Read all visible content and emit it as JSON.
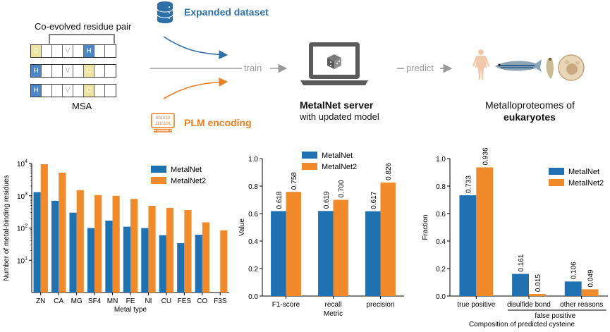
{
  "colors": {
    "metalnet": "#2071b2",
    "metalnet2": "#f18a2b",
    "expanded": "#2f6fa8",
    "plm": "#ea7e22",
    "arrow_gray": "#9a9a9a",
    "c_cell": "#efe3a0",
    "h_cell": "#4a86c8"
  },
  "top": {
    "pair_title": "Co-evolved residue pair",
    "msa_label": "MSA",
    "msa_rows": [
      [
        "C",
        "",
        "",
        "V",
        "",
        "H",
        "",
        ""
      ],
      [
        "H",
        "",
        "",
        "V",
        "",
        "C",
        "",
        ""
      ],
      [
        "H",
        "",
        "",
        "V",
        "",
        "C",
        "",
        ""
      ]
    ],
    "expanded_label": "Expanded dataset",
    "plm_label": "PLM encoding",
    "plm_icon_text": [
      "001010",
      "1110101"
    ],
    "train_label": "train",
    "predict_label": "predict",
    "server_title": "MetalNet server",
    "server_subtitle": "with updated model",
    "proteome_line1": "Metalloproteomes of",
    "proteome_line2": "eukaryotes",
    "icons": [
      "database-icon",
      "laptop-icon",
      "human-icon",
      "zebrafish-icon",
      "worm-icon",
      "yeast-cell-icon"
    ]
  },
  "chart_data": [
    {
      "type": "bar",
      "ylabel": "Number of metal-binding residues",
      "xlabel": "Metal type",
      "yscale": "log",
      "ylim": [
        1,
        10000
      ],
      "yticks": [
        "10^1",
        "10^2",
        "10^3",
        "10^4"
      ],
      "legend_position": "upper-right",
      "categories": [
        "ZN",
        "CA",
        "MG",
        "SF4",
        "MN",
        "FE",
        "NI",
        "CU",
        "FES",
        "CO",
        "F3S"
      ],
      "series": [
        {
          "name": "MetalNet",
          "values": [
            1300,
            700,
            300,
            100,
            170,
            110,
            100,
            60,
            34,
            62,
            null
          ]
        },
        {
          "name": "MetalNet2",
          "values": [
            9500,
            5200,
            1500,
            1050,
            1000,
            800,
            490,
            420,
            360,
            150,
            85
          ]
        }
      ]
    },
    {
      "type": "bar",
      "ylabel": "Value",
      "xlabel": "Metric",
      "ylim": [
        0,
        1.0
      ],
      "yticks": [
        "0.0",
        "0.2",
        "0.4",
        "0.6",
        "0.8",
        "1.0"
      ],
      "legend_position": "upper-left",
      "categories": [
        "F1-score",
        "recall",
        "precision"
      ],
      "series": [
        {
          "name": "MetalNet",
          "values": [
            0.618,
            0.619,
            0.617
          ],
          "labels": [
            "0.618",
            "0.619",
            "0.617"
          ]
        },
        {
          "name": "MetalNet2",
          "values": [
            0.758,
            0.7,
            0.826
          ],
          "labels": [
            "0.758",
            "0.700",
            "0.826"
          ]
        }
      ]
    },
    {
      "type": "bar",
      "ylabel": "Fraction",
      "xlabel": "Composition of predicted cysteine",
      "group_label": "false positive",
      "ylim": [
        0,
        1.0
      ],
      "yticks": [
        "0.0",
        "0.2",
        "0.4",
        "0.6",
        "0.8",
        "1.0"
      ],
      "legend_position": "upper-right",
      "categories": [
        "true positive",
        "disulfide bond",
        "other reasons"
      ],
      "series": [
        {
          "name": "MetalNet",
          "values": [
            0.733,
            0.161,
            0.106
          ],
          "labels": [
            "0.733",
            "0.161",
            "0.106"
          ]
        },
        {
          "name": "MetalNet2",
          "values": [
            0.936,
            0.015,
            0.049
          ],
          "labels": [
            "0.936",
            "0.015",
            "0.049"
          ]
        }
      ]
    }
  ]
}
